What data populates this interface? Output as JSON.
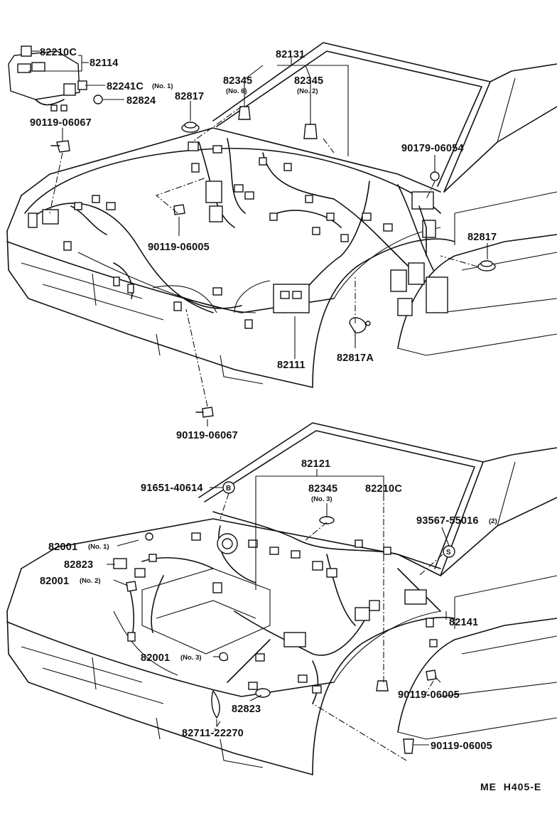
{
  "top_view": {
    "labels": [
      {
        "id": "p82210c",
        "text": "82210C",
        "sub": ""
      },
      {
        "id": "p82114",
        "text": "82114",
        "sub": ""
      },
      {
        "id": "p82241c",
        "text": "82241C",
        "sub": "(No. 1)"
      },
      {
        "id": "p82824",
        "text": "82824",
        "sub": ""
      },
      {
        "id": "p90119_06067a",
        "text": "90119-06067",
        "sub": ""
      },
      {
        "id": "p82131",
        "text": "82131",
        "sub": ""
      },
      {
        "id": "p82345_6",
        "text": "82345",
        "sub": "(No. 6)"
      },
      {
        "id": "p82345_2",
        "text": "82345",
        "sub": "(No. 2)"
      },
      {
        "id": "p82817a",
        "text": "82817",
        "sub": ""
      },
      {
        "id": "p90179",
        "text": "90179-06054",
        "sub": ""
      },
      {
        "id": "p82817b",
        "text": "82817",
        "sub": ""
      },
      {
        "id": "p90119_06005a",
        "text": "90119-06005",
        "sub": ""
      },
      {
        "id": "p82111",
        "text": "82111",
        "sub": ""
      },
      {
        "id": "p82817A",
        "text": "82817A",
        "sub": ""
      },
      {
        "id": "p90119_06067b",
        "text": "90119-06067",
        "sub": ""
      }
    ]
  },
  "bottom_view": {
    "labels": [
      {
        "id": "p82121",
        "text": "82121",
        "sub": ""
      },
      {
        "id": "p91651",
        "text": "91651-40614",
        "sub": ""
      },
      {
        "id": "p82345_3",
        "text": "82345",
        "sub": "(No. 3)"
      },
      {
        "id": "p82210c_b",
        "text": "82210C",
        "sub": ""
      },
      {
        "id": "p93567",
        "text": "93567-55016",
        "sub": "(2)"
      },
      {
        "id": "p82001_1",
        "text": "82001",
        "sub": "(No. 1)"
      },
      {
        "id": "p82823a",
        "text": "82823",
        "sub": ""
      },
      {
        "id": "p82001_2",
        "text": "82001",
        "sub": "(No. 2)"
      },
      {
        "id": "p82141",
        "text": "82141",
        "sub": ""
      },
      {
        "id": "p82001_3",
        "text": "82001",
        "sub": "(No. 3)"
      },
      {
        "id": "p90119_06005b",
        "text": "90119-06005",
        "sub": ""
      },
      {
        "id": "p82823b",
        "text": "82823",
        "sub": ""
      },
      {
        "id": "p82711",
        "text": "82711-22270",
        "sub": ""
      },
      {
        "id": "p90119_06005c",
        "text": "90119-06005",
        "sub": ""
      }
    ],
    "markers": {
      "bolt_symbol": "B",
      "screw_symbol": "S"
    }
  },
  "footer": {
    "code": "ME  H405-E"
  }
}
